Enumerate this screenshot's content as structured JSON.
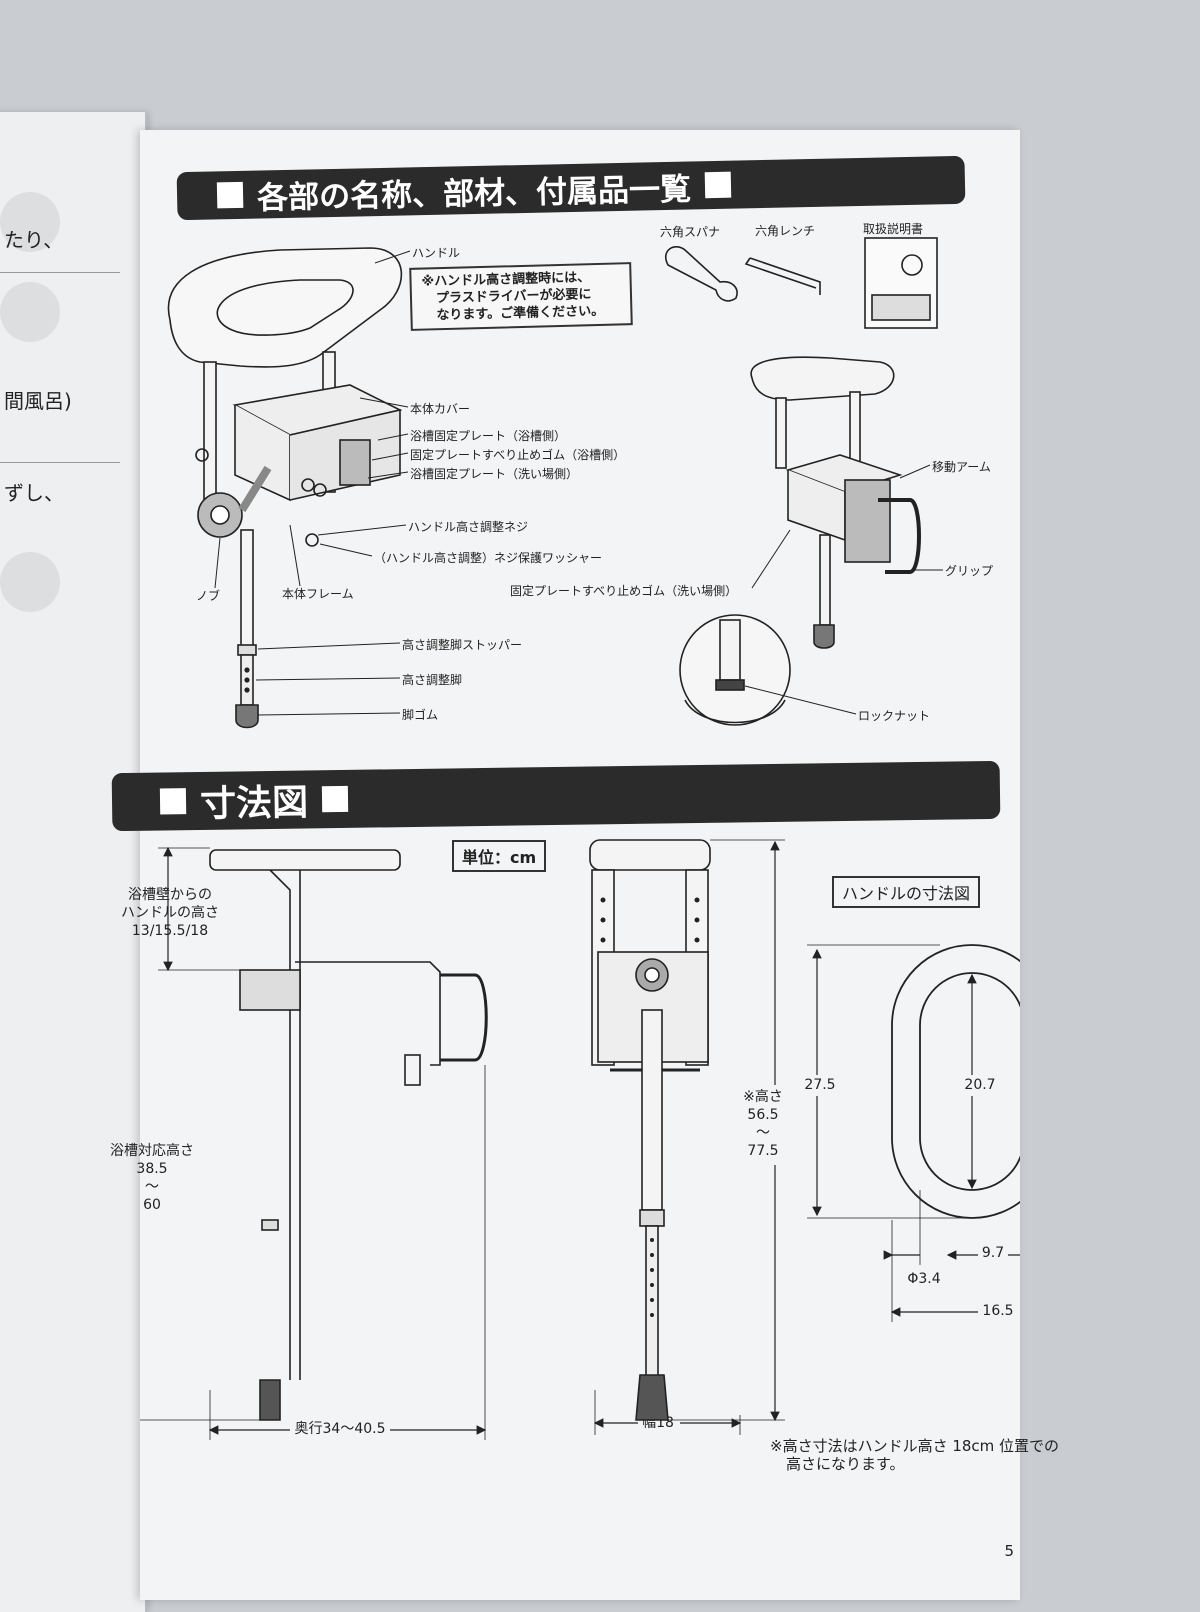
{
  "left_page": {
    "fragments": [
      "たり、",
      "間風呂)",
      "ずし、"
    ]
  },
  "section1": {
    "title": "各部の名称、部材、付属品一覧",
    "note": [
      "※ハンドル高さ調整時には、",
      "プラスドライバーが必要に",
      "なります。ご準備ください。"
    ],
    "accessories": [
      "六角スパナ",
      "六角レンチ",
      "取扱説明書"
    ],
    "labels": {
      "handle": "ハンドル",
      "body_cover": "本体カバー",
      "plate_tub": "浴槽固定プレート（浴槽側）",
      "rubber_tub": "固定プレートすべり止めゴム（浴槽側）",
      "plate_wash": "浴槽固定プレート（洗い場側）",
      "height_screw": "ハンドル高さ調整ネジ",
      "washer": "（ハンドル高さ調整）ネジ保護ワッシャー",
      "knob": "ノブ",
      "frame": "本体フレーム",
      "stopper": "高さ調整脚ストッパー",
      "leg": "高さ調整脚",
      "foot_rubber": "脚ゴム",
      "arm": "移動アーム",
      "grip": "グリップ",
      "rubber_wash": "固定プレートすべり止めゴム（洗い場側）",
      "locknut": "ロックナット"
    }
  },
  "section2": {
    "title": "寸法図",
    "unit": "単位：cm",
    "handle_title": "ハンドルの寸法図",
    "dims": {
      "wall_height": [
        "浴槽壁からの",
        "ハンドルの高さ",
        "13/15.5/18"
      ],
      "tub_height": [
        "浴槽対応高さ",
        "38.5",
        "〜",
        "60"
      ],
      "depth": "奥行34〜40.5",
      "width": "幅18",
      "total_height": [
        "※高さ",
        "56.5",
        "〜",
        "77.5"
      ],
      "h_outer": "27.5",
      "h_inner": "20.7",
      "w_inner": "9.7",
      "phi": "Φ3.4",
      "w_outer": "16.5"
    },
    "footnote": [
      "※高さ寸法はハンドル高さ 18cm 位置での",
      "高さになります。"
    ]
  },
  "page_number": "5"
}
